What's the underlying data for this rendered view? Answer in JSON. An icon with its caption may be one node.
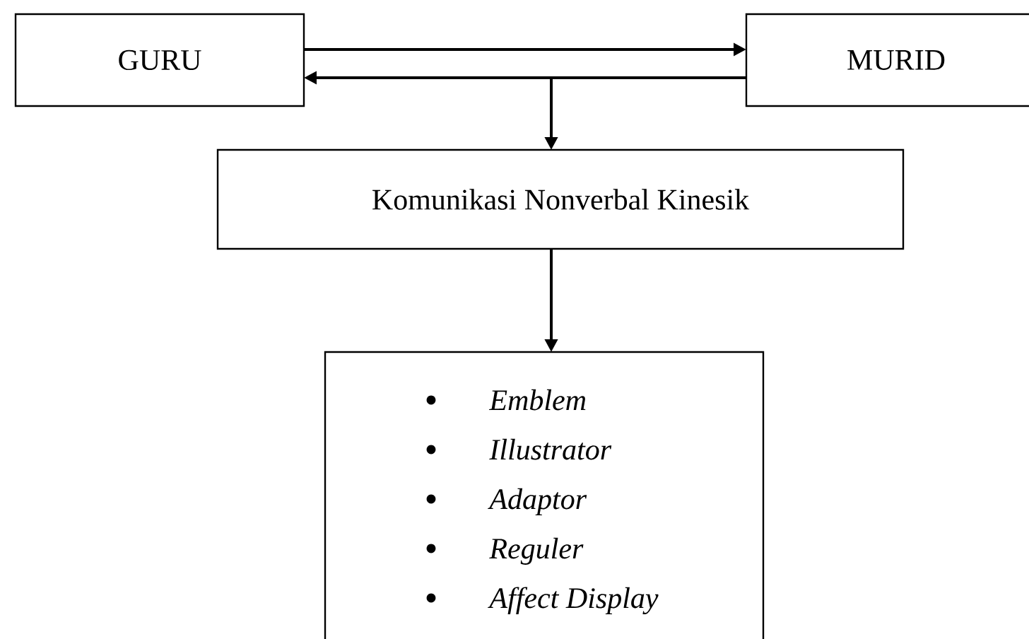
{
  "diagram": {
    "nodes": [
      {
        "text": [
          "GURU"
        ]
      },
      {
        "text": [
          "MURID"
        ]
      },
      {
        "text": [
          "Komunikasi Nonverbal Kinesik"
        ]
      },
      {
        "text": [
          "Emblem",
          "Illustrator",
          "Adaptor",
          "Reguler",
          "Affect Display"
        ]
      }
    ],
    "edges": [
      {
        "from": 0,
        "to": 1,
        "arrow": "to"
      },
      {
        "from": 1,
        "to": 0,
        "arrow": "to"
      },
      {
        "from": 1,
        "to": 2,
        "arrow": "to"
      },
      {
        "from": 2,
        "to": 3,
        "arrow": "to"
      }
    ]
  }
}
